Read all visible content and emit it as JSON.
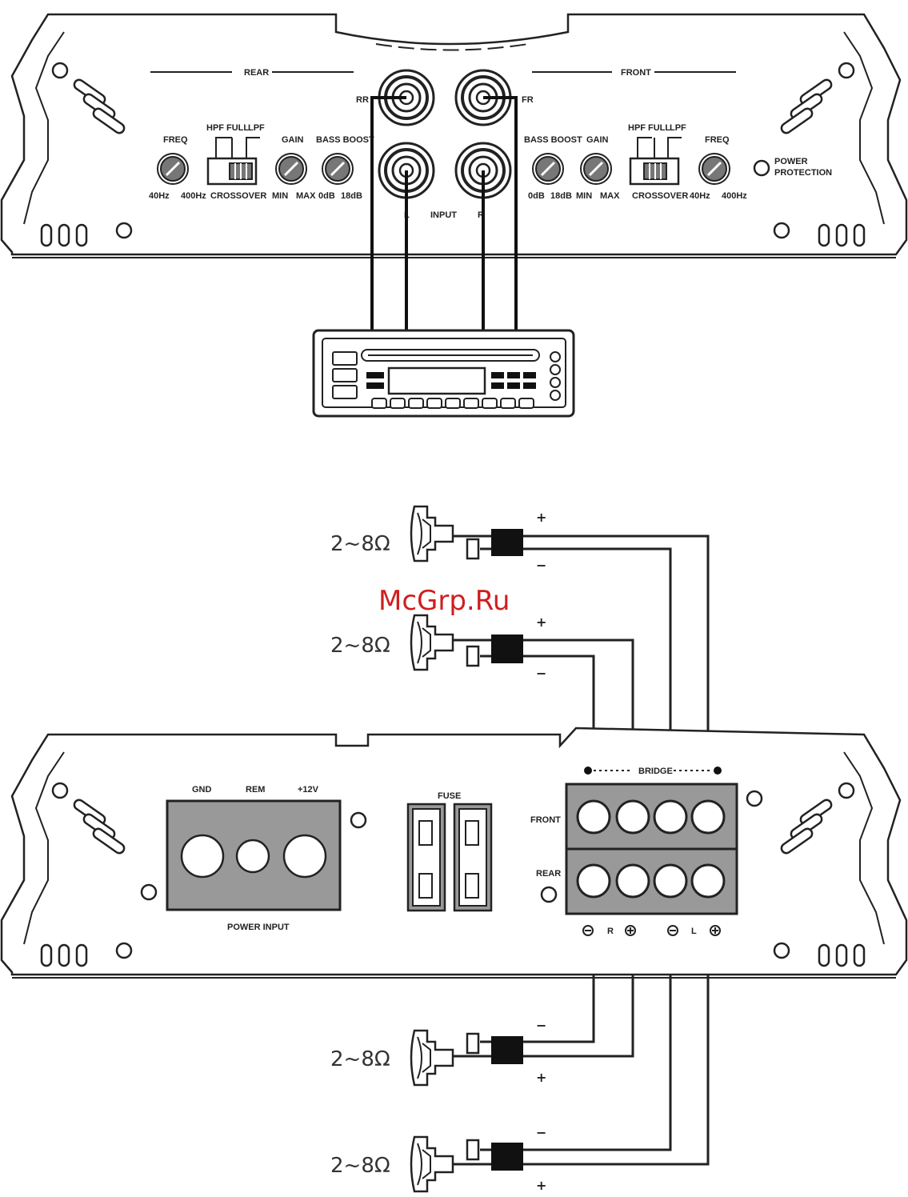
{
  "top_amp": {
    "section_rear": "REAR",
    "section_front": "FRONT",
    "input_label": "INPUT",
    "jack_rr": "RR",
    "jack_fr": "FR",
    "jack_l": "L",
    "jack_r": "R",
    "rear_freq": {
      "label": "FREQ",
      "min": "40Hz",
      "max": "400Hz"
    },
    "rear_crossover": {
      "hpf": "HPF",
      "full": "FULL",
      "lpf": "LPF",
      "label": "CROSSOVER"
    },
    "rear_gain": {
      "label": "GAIN",
      "min": "MIN",
      "max": "MAX"
    },
    "rear_bass_boost": {
      "label": "BASS BOOST",
      "min": "0dB",
      "max": "18dB"
    },
    "front_bass_boost": {
      "label": "BASS BOOST",
      "min": "0dB",
      "max": "18dB"
    },
    "front_gain": {
      "label": "GAIN",
      "min": "MIN",
      "max": "MAX"
    },
    "front_crossover": {
      "hpf": "HPF",
      "full": "FULL",
      "lpf": "LPF",
      "label": "CROSSOVER"
    },
    "front_freq": {
      "label": "FREQ",
      "min": "40Hz",
      "max": "400Hz"
    },
    "power_protection_1": "POWER",
    "power_protection_2": "PROTECTION"
  },
  "bottom_amp": {
    "gnd": "GND",
    "rem": "REM",
    "plus12v": "+12V",
    "power_input": "POWER INPUT",
    "fuse": "FUSE",
    "bridge": "BRIDGE",
    "front": "FRONT",
    "rear": "REAR",
    "r": "R",
    "l": "L"
  },
  "speakers": {
    "impedance": "2~8Ω",
    "plus": "+",
    "minus": "−"
  },
  "watermark": "McGrp.Ru"
}
